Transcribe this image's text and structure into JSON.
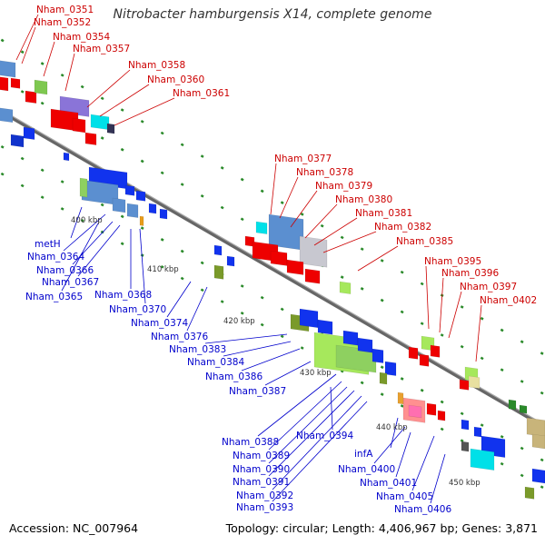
{
  "title": "Nitrobacter hamburgensis X14, complete genome",
  "footer": {
    "accession": "Accession: NC_007964",
    "summary": "Topology: circular; Length: 4,406,967 bp; Genes: 3,871"
  },
  "scale_labels": [
    "400 kbp",
    "410 kbp",
    "420 kbp",
    "430 kbp",
    "440 kbp",
    "450 kbp"
  ],
  "top_labels": [
    "Nham_0351",
    "Nham_0352",
    "Nham_0354",
    "Nham_0357",
    "Nham_0358",
    "Nham_0360",
    "Nham_0361",
    "Nham_0377",
    "Nham_0378",
    "Nham_0379",
    "Nham_0380",
    "Nham_0381",
    "Nham_0382",
    "Nham_0385",
    "Nham_0395",
    "Nham_0396",
    "Nham_0397",
    "Nham_0402"
  ],
  "bottom_labels": [
    "metH",
    "Nham_0364",
    "Nham_0366",
    "Nham_0367",
    "Nham_0365",
    "Nham_0368",
    "Nham_0370",
    "Nham_0374",
    "Nham_0376",
    "Nham_0383",
    "Nham_0384",
    "Nham_0386",
    "Nham_0387",
    "Nham_0388",
    "Nham_0389",
    "Nham_0390",
    "Nham_0391",
    "Nham_0392",
    "Nham_0393",
    "Nham_0394",
    "infA",
    "Nham_0400",
    "Nham_0401",
    "Nham_0405",
    "Nham_0406"
  ],
  "colors": {
    "forward_label": "#cc0000",
    "reverse_label": "#0000cc",
    "backbone": "#888888",
    "tick": "#228822"
  }
}
